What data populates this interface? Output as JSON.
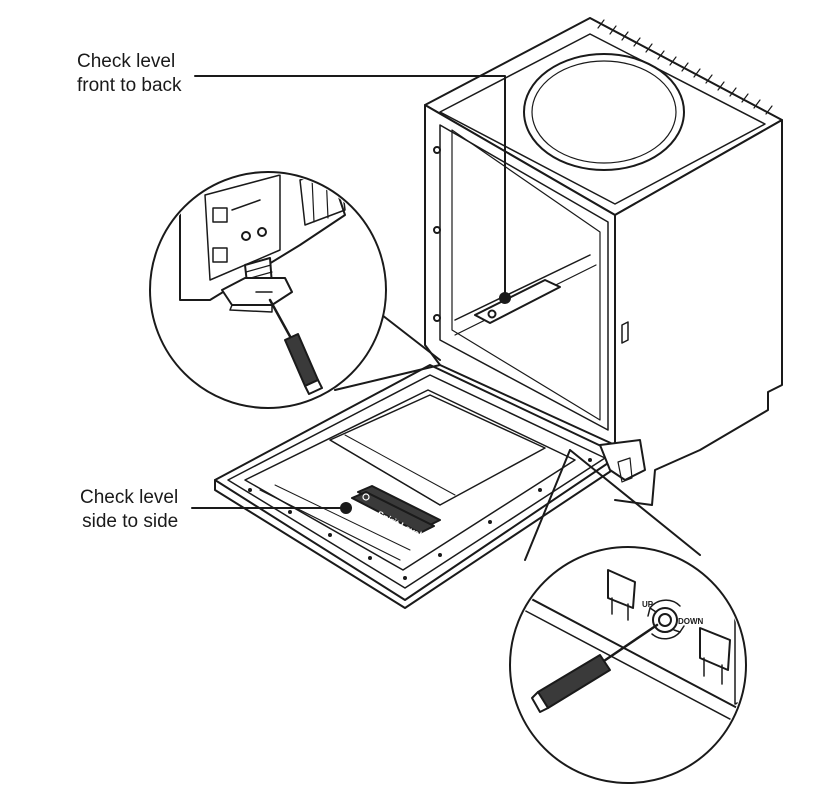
{
  "labels": {
    "front_to_back": {
      "line1": "Check level",
      "line2": "front to back"
    },
    "side_to_side": {
      "line1": "Check level",
      "line2": "side to side"
    }
  },
  "detail_text": {
    "spirit_level": "Spirit Level",
    "up": "UP",
    "down": "DOWN"
  },
  "colors": {
    "line": "#1a1a1a",
    "background": "#ffffff",
    "shade": "#d9d9d9",
    "dark": "#3a3a3a"
  }
}
